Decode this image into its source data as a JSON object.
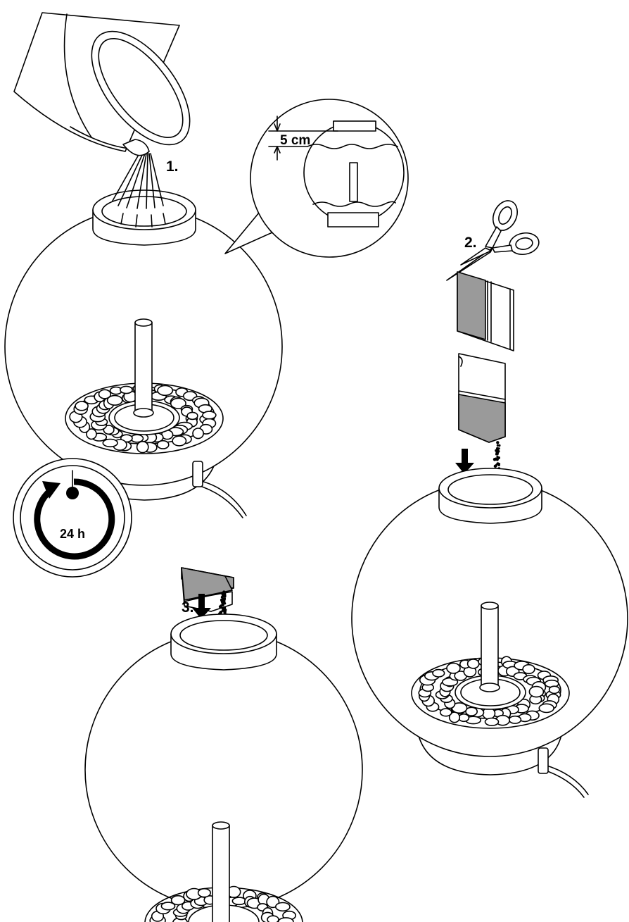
{
  "steps": {
    "step1": "1.",
    "step2": "2.",
    "step3": "3."
  },
  "water_level": "5 cm",
  "timer": "24 h",
  "colors": {
    "line": "#000000",
    "bag_fill": "#9a9a9a",
    "background": "#ffffff"
  }
}
